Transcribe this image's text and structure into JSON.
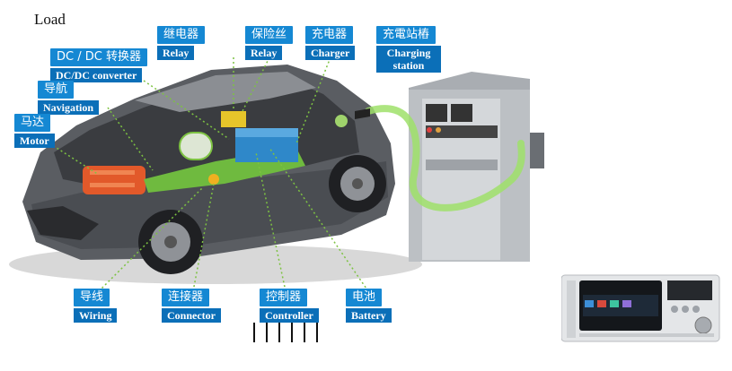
{
  "title": "Load",
  "labels": [
    {
      "id": "relay-1",
      "zh": "继电器",
      "en": "Relay"
    },
    {
      "id": "fuse",
      "zh": "保险丝",
      "en": "Relay"
    },
    {
      "id": "charger",
      "zh": "充电器",
      "en": "Charger"
    },
    {
      "id": "charging-station",
      "zh": "充電站樁",
      "en": "Charging station"
    },
    {
      "id": "dcdc",
      "zh": "DC / DC 转换器",
      "en": "DC/DC converter"
    },
    {
      "id": "navigation",
      "zh": "导航",
      "en": "Navigation"
    },
    {
      "id": "motor",
      "zh": "马达",
      "en": "Motor"
    },
    {
      "id": "wiring",
      "zh": "导线",
      "en": "Wiring"
    },
    {
      "id": "connector",
      "zh": "连接器",
      "en": "Connector"
    },
    {
      "id": "controller",
      "zh": "控制器",
      "en": "Controller"
    },
    {
      "id": "battery",
      "zh": "电池",
      "en": "Battery"
    }
  ],
  "colors": {
    "label_zh": "#1588d3",
    "label_en": "#0b6fb8",
    "leader": "#7dc242"
  },
  "icons": [
    "ev-car-illustration",
    "charging-station-illustration",
    "load-instrument-device"
  ]
}
